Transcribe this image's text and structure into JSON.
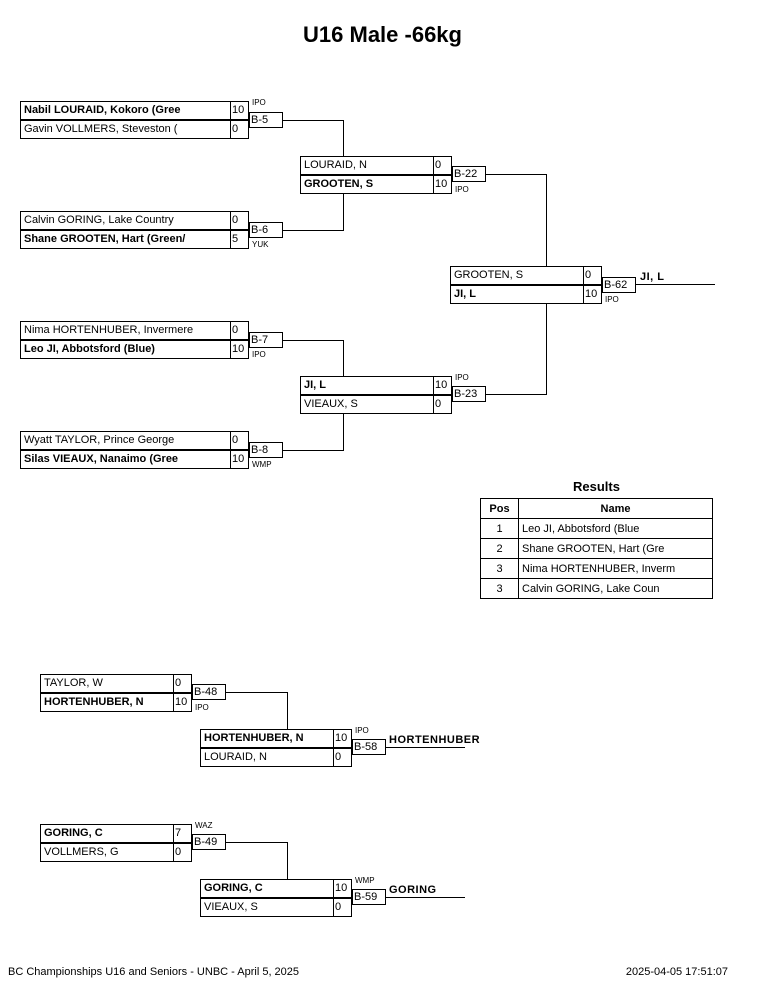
{
  "title": "U16 Male -66kg",
  "bracket": {
    "r1": [
      {
        "name": "Nabil LOURAID, Kokoro (Gree",
        "score": "10"
      },
      {
        "name": "Gavin VOLLMERS, Steveston (",
        "score": "0"
      },
      {
        "name": "Calvin GORING, Lake Country",
        "score": "0"
      },
      {
        "name": "Shane GROOTEN, Hart (Green/",
        "score": "5"
      },
      {
        "name": "Nima HORTENHUBER, Invermere",
        "score": "0"
      },
      {
        "name": "Leo JI, Abbotsford (Blue)",
        "score": "10"
      },
      {
        "name": "Wyatt TAYLOR, Prince George",
        "score": "0"
      },
      {
        "name": "Silas VIEAUX, Nanaimo (Gree",
        "score": "10"
      }
    ],
    "r1_bouts": [
      "B-5",
      "B-6",
      "B-7",
      "B-8"
    ],
    "r1_tags": [
      "IPO",
      "YUK",
      "IPO",
      "WMP"
    ],
    "r2": [
      {
        "name": "LOURAID, N",
        "score": "0"
      },
      {
        "name": "GROOTEN, S",
        "score": "10"
      },
      {
        "name": "JI, L",
        "score": "10"
      },
      {
        "name": "VIEAUX, S",
        "score": "0"
      }
    ],
    "r2_bouts": [
      "B-22",
      "B-23"
    ],
    "r2_tags": [
      "IPO",
      "IPO"
    ],
    "final": [
      {
        "name": "GROOTEN, S",
        "score": "0"
      },
      {
        "name": "JI, L",
        "score": "10"
      }
    ],
    "final_bout": "B-62",
    "final_tag": "IPO",
    "winner": "JI, L"
  },
  "repechage": [
    {
      "r1": [
        {
          "name": "TAYLOR, W",
          "score": "0"
        },
        {
          "name": "HORTENHUBER, N",
          "score": "10"
        }
      ],
      "r1_bout": "B-48",
      "r1_tag": "IPO",
      "r2": [
        {
          "name": "HORTENHUBER, N",
          "score": "10"
        },
        {
          "name": "LOURAID, N",
          "score": "0"
        }
      ],
      "r2_bout": "B-58",
      "r2_tag": "IPO",
      "winner": "HORTENHUBER"
    },
    {
      "r1": [
        {
          "name": "GORING, C",
          "score": "7"
        },
        {
          "name": "VOLLMERS, G",
          "score": "0"
        }
      ],
      "r1_bout": "B-49",
      "r1_tag": "WAZ",
      "r2": [
        {
          "name": "GORING, C",
          "score": "10"
        },
        {
          "name": "VIEAUX, S",
          "score": "0"
        }
      ],
      "r2_bout": "B-59",
      "r2_tag": "WMP",
      "winner": "GORING"
    }
  ],
  "results": {
    "title": "Results",
    "headers": [
      "Pos",
      "Name"
    ],
    "rows": [
      {
        "pos": "1",
        "name": "Leo JI, Abbotsford (Blue"
      },
      {
        "pos": "2",
        "name": "Shane GROOTEN, Hart (Gre"
      },
      {
        "pos": "3",
        "name": "Nima HORTENHUBER, Inverm"
      },
      {
        "pos": "3",
        "name": "Calvin GORING, Lake Coun"
      }
    ]
  },
  "footer": {
    "left": "BC Championships U16 and Seniors - UNBC - April 5, 2025",
    "right": "2025-04-05 17:51:07"
  }
}
